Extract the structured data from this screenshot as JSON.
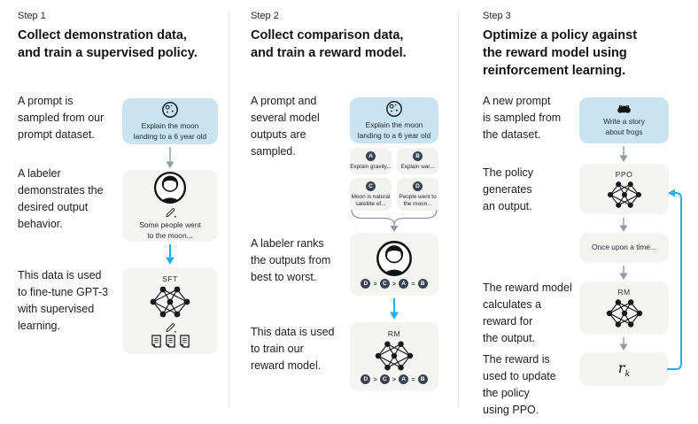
{
  "colors": {
    "prompt_box_bg": "#c9e3f0",
    "model_box_bg": "#f4f4f2",
    "rank_chip_bg": "#3b4350",
    "arrow_gray": "#8f99a3",
    "arrow_blue": "#27aef2",
    "divider": "#e8e8e8",
    "text": "#17191c"
  },
  "icons": {
    "prompt_step1": "moon-icon",
    "prompt_step2": "moon-icon",
    "prompt_step3": "frog-icon",
    "labeler": "person-icon",
    "writing": "pencil-icon",
    "documents": "document-icon",
    "model": "neural-network-icon",
    "flow": "arrow-down-icon",
    "group": "curly-brace-icon",
    "feedback": "feedback-arrow-icon"
  },
  "step1": {
    "label": "Step 1",
    "heading": "Collect demonstration data,\nand train a supervised policy.",
    "para1": "A prompt is\nsampled from our\nprompt dataset.",
    "para2": "A labeler\ndemonstrates the\ndesired output\nbehavior.",
    "para3": "This data is used\nto fine-tune GPT-3\nwith supervised\nlearning.",
    "prompt_box": "Explain the moon\nlanding to a 6 year old",
    "labeler_caption": "Some people went\nto the moon...",
    "model_label": "SFT"
  },
  "step2": {
    "label": "Step 2",
    "heading": "Collect comparison data,\nand train a reward model.",
    "para1": "A prompt and\nseveral model\noutputs are\nsampled.",
    "para2": "A labeler ranks\nthe outputs from\nbest to worst.",
    "para3": "This data is used\nto train our\nreward model.",
    "prompt_box": "Explain the moon\nlanding to a 6 year old",
    "outputs": [
      {
        "letter": "A",
        "caption": "Explain gravity..."
      },
      {
        "letter": "B",
        "caption": "Explain war..."
      },
      {
        "letter": "C",
        "caption": "Moon is natural\nsatellite of..."
      },
      {
        "letter": "D",
        "caption": "People went to\nthe moon..."
      }
    ],
    "ranking": {
      "r1": "D",
      "s1": ">",
      "r2": "C",
      "s2": ">",
      "r3": "A",
      "s3": "=",
      "r4": "B"
    },
    "model_label": "RM"
  },
  "step3": {
    "label": "Step 3",
    "heading": "Optimize a policy against\nthe reward model using\nreinforcement learning.",
    "para1": "A new prompt\nis sampled from\nthe dataset.",
    "para2": "The policy\ngenerates\nan output.",
    "para3": "The reward model\ncalculates a\nreward for\nthe output.",
    "para4": "The reward is\nused to update\nthe policy\nusing PPO.",
    "prompt_box": "Write a story\nabout frogs",
    "policy_label": "PPO",
    "output_box": "Once upon a time...",
    "model_label": "RM",
    "reward_main": "r",
    "reward_sub": "k"
  }
}
